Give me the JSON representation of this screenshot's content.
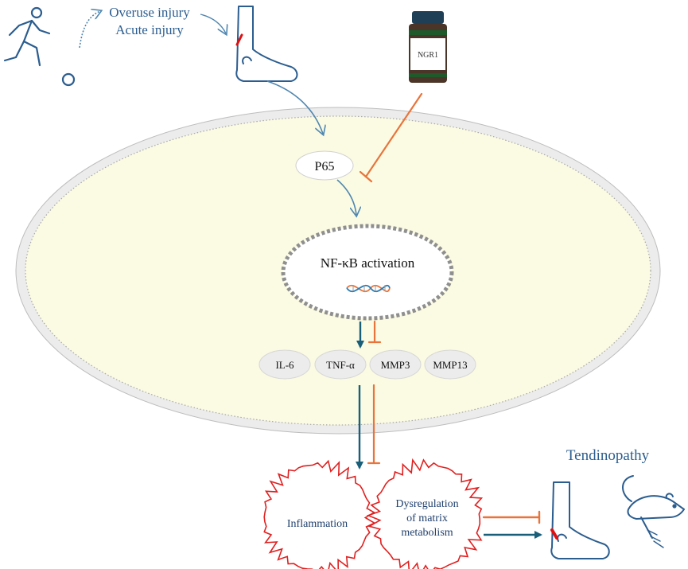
{
  "colors": {
    "primary_blue": "#1f5f8b",
    "label_blue": "#2b5d8f",
    "inhibit_orange": "#e8743b",
    "activate_teal": "#1a5f7a",
    "cell_fill": "#fbfbe3",
    "cell_rim": "#e6e6e6",
    "starburst_red": "#e02020",
    "injury_red": "#e01010"
  },
  "injury": {
    "line1": "Overuse injury",
    "line2": "Acute injury",
    "runner_icon": "running-person-icon",
    "foot_icon": "injured-foot-icon"
  },
  "drug": {
    "label": "NGR1",
    "icon": "medicine-bottle-icon"
  },
  "cell": {
    "p65": "P65",
    "nfkb": "NF-κB activation",
    "dna_icon": "dna-helix-icon",
    "cytokines": [
      "IL-6",
      "TNF-α",
      "MMP3",
      "MMP13"
    ]
  },
  "outcomes": {
    "inflammation": "Inflammation",
    "dysregulation": [
      "Dysregulation",
      "of matrix",
      "metabolism"
    ]
  },
  "result": {
    "title": "Tendinopathy",
    "foot_icon": "tendinopathy-foot-icon",
    "rat_icon": "rat-model-icon"
  }
}
